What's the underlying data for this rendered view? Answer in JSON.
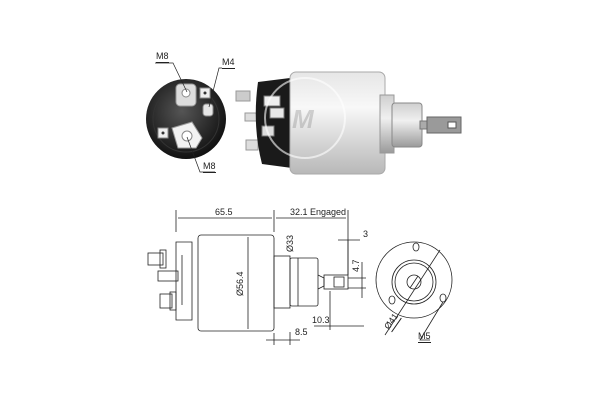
{
  "photo": {
    "end_view_labels": {
      "top_left": "M8",
      "top_right": "M4",
      "bottom": "M8"
    }
  },
  "drawing": {
    "dimensions": {
      "body_length": "65.5",
      "stroke": "32.1 Engaged",
      "body_diameter": "Ø56.4",
      "nose_diameter": "Ø33",
      "tab_thickness": "3",
      "tab_hole": "4.7",
      "tab_length": "10.3",
      "flange_offset": "8.5",
      "bolt_circle": "Ø41",
      "thread": "M5"
    }
  }
}
